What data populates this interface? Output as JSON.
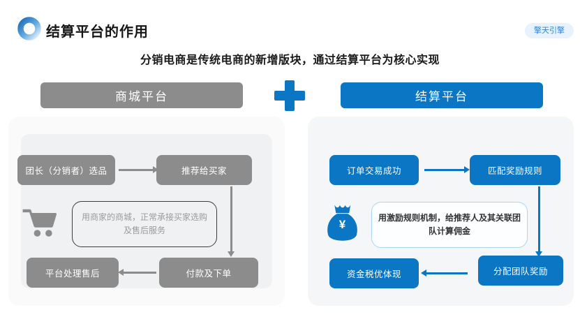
{
  "header": {
    "title": "结算平台的作用",
    "badge": "擎天引擎",
    "logo_icon": "ring-logo"
  },
  "subtitle": "分销电商是传统电商的新增版块，通过结算平台为核心实现",
  "colors": {
    "blue": "#0a76c4",
    "gray": "#8c8c8c",
    "panel_bg": "#f5f6f7",
    "badge_bg": "#e8f2fc",
    "badge_text": "#2e86d1"
  },
  "connector": {
    "icon": "plus"
  },
  "mall": {
    "header": "商城平台",
    "box_select": "团长（分销者）选品",
    "box_recommend": "推荐给买家",
    "box_pay": "付款及下单",
    "box_aftersale": "平台处理售后",
    "note_line1": "用商家的商城，正常承接买家选购",
    "note_line2": "及售后服务",
    "cart_icon": "shopping-cart"
  },
  "settlement": {
    "header": "结算平台",
    "box_order": "订单交易成功",
    "box_match": "匹配奖励规则",
    "box_distribute": "分配团队奖励",
    "box_tax": "资金税优体现",
    "note_line1": "用激励规则机制，给推荐人及其关联团",
    "note_line2": "队计算佣金",
    "money_icon": "money-bag",
    "money_symbol": "¥"
  }
}
